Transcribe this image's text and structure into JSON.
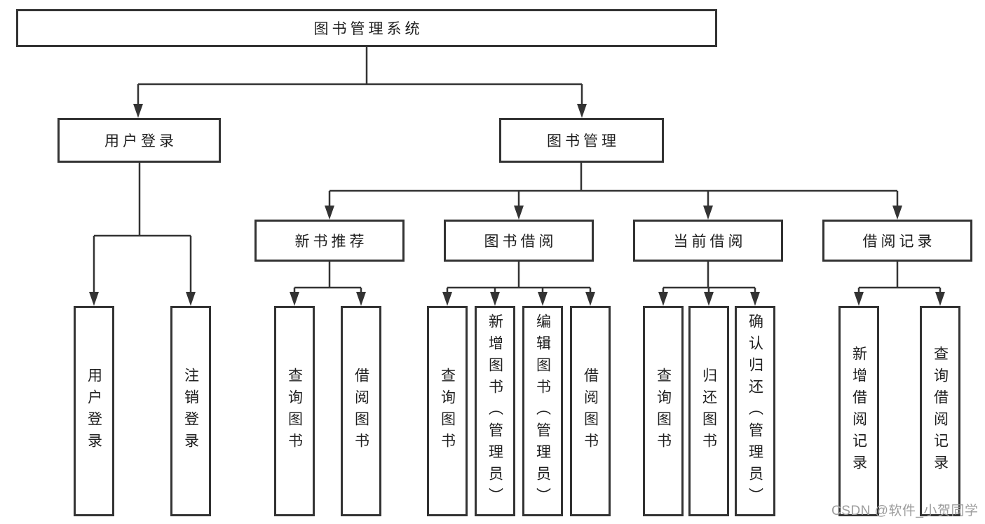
{
  "colors": {
    "line": "#333333",
    "box_border": "#333333",
    "box_background": "#ffffff",
    "text": "#1f1f1f",
    "watermark": "#9c9c9c",
    "background": "#ffffff"
  },
  "diagram": {
    "type": "hierarchy-tree",
    "root": {
      "label": "图书管理系统"
    },
    "level2": [
      {
        "label": "用户登录",
        "parent": "图书管理系统"
      },
      {
        "label": "图书管理",
        "parent": "图书管理系统"
      }
    ],
    "level3": [
      {
        "label": "新书推荐",
        "parent": "图书管理"
      },
      {
        "label": "图书借阅",
        "parent": "图书管理"
      },
      {
        "label": "当前借阅",
        "parent": "图书管理"
      },
      {
        "label": "借阅记录",
        "parent": "图书管理"
      }
    ],
    "level4": [
      {
        "label": "用户登录",
        "parent": "用户登录"
      },
      {
        "label": "注销登录",
        "parent": "用户登录"
      },
      {
        "label": "查询图书",
        "parent": "新书推荐"
      },
      {
        "label": "借阅图书",
        "parent": "新书推荐"
      },
      {
        "label": "查询图书",
        "parent": "图书借阅"
      },
      {
        "label": "新增图书（管理员）",
        "parent": "图书借阅"
      },
      {
        "label": "编辑图书（管理员）",
        "parent": "图书借阅"
      },
      {
        "label": "借阅图书",
        "parent": "图书借阅"
      },
      {
        "label": "查询图书",
        "parent": "当前借阅"
      },
      {
        "label": "归还图书",
        "parent": "当前借阅"
      },
      {
        "label": "确认归还（管理员）",
        "parent": "当前借阅"
      },
      {
        "label": "新增借阅记录",
        "parent": "借阅记录"
      },
      {
        "label": "查询借阅记录",
        "parent": "借阅记录"
      }
    ]
  },
  "watermark": {
    "text": "CSDN @软件_小贺同学"
  }
}
